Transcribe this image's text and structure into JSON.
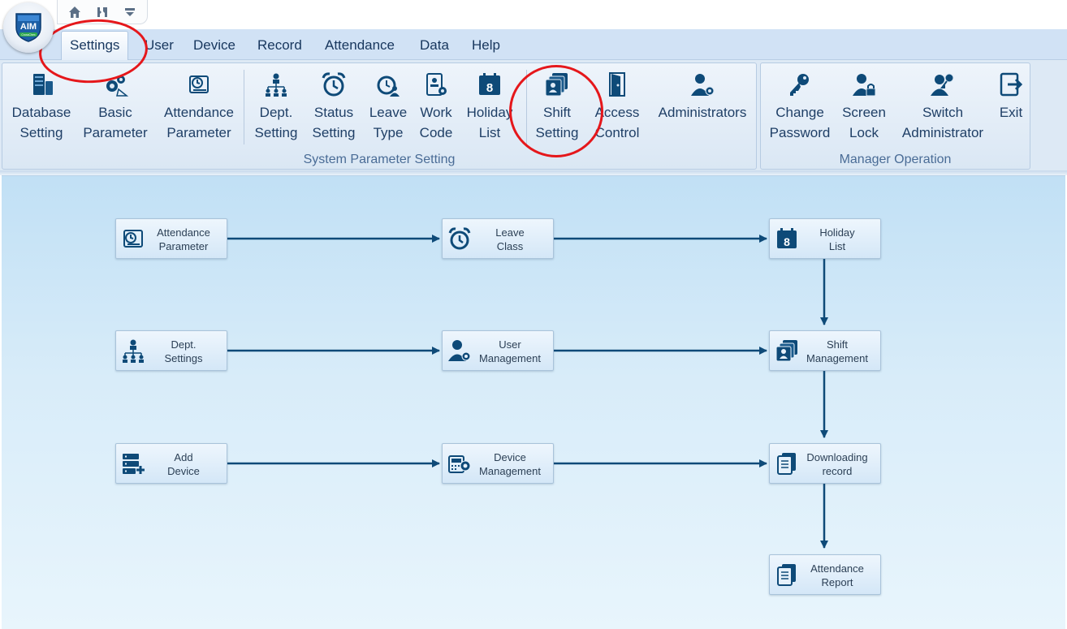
{
  "app": {
    "logo_text": "AIM",
    "logo_subtext": "CrossChex"
  },
  "quick_access": [
    {
      "icon": "home-icon"
    },
    {
      "icon": "tools-icon"
    },
    {
      "icon": "dropdown-icon"
    }
  ],
  "menu": {
    "tabs": [
      "Settings",
      "User",
      "Device",
      "Record",
      "Attendance",
      "Data",
      "Help"
    ],
    "active": "Settings"
  },
  "ribbon": {
    "system_group": {
      "label": "System Parameter Setting",
      "buttons": [
        {
          "line1": "Database",
          "line2": "Setting",
          "icon": "database-icon"
        },
        {
          "line1": "Basic",
          "line2": "Parameter",
          "icon": "gears-icon"
        },
        {
          "line1": "Attendance",
          "line2": "Parameter",
          "icon": "clock-document-icon"
        },
        {
          "line1": "Dept.",
          "line2": "Setting",
          "icon": "org-chart-icon"
        },
        {
          "line1": "Status",
          "line2": "Setting",
          "icon": "alarm-clock-icon"
        },
        {
          "line1": "Leave",
          "line2": "Type",
          "icon": "alarm-person-icon"
        },
        {
          "line1": "Work",
          "line2": "Code",
          "icon": "badge-gear-icon"
        },
        {
          "line1": "Holiday",
          "line2": "List",
          "icon": "calendar-icon"
        },
        {
          "line1": "Shift",
          "line2": "Setting",
          "icon": "shift-cards-icon"
        },
        {
          "line1": "Access",
          "line2": "Control",
          "icon": "door-icon"
        },
        {
          "line1": "Administrators",
          "line2": "",
          "icon": "admin-gear-icon"
        }
      ]
    },
    "manager_group": {
      "label": "Manager Operation",
      "buttons": [
        {
          "line1": "Change",
          "line2": "Password",
          "icon": "key-icon"
        },
        {
          "line1": "Screen",
          "line2": "Lock",
          "icon": "user-lock-icon"
        },
        {
          "line1": "Switch",
          "line2": "Administrator",
          "icon": "user-key-icon"
        },
        {
          "line1": "Exit",
          "line2": "",
          "icon": "exit-icon"
        }
      ]
    }
  },
  "workflow": {
    "nodes": {
      "attendance_parameter": {
        "line1": "Attendance",
        "line2": "Parameter"
      },
      "leave_class": {
        "line1": "Leave",
        "line2": "Class"
      },
      "holiday_list": {
        "line1": "Holiday",
        "line2": "List"
      },
      "dept_settings": {
        "line1": "Dept.",
        "line2": "Settings"
      },
      "user_management": {
        "line1": "User",
        "line2": "Management"
      },
      "shift_management": {
        "line1": "Shift",
        "line2": "Management"
      },
      "add_device": {
        "line1": "Add",
        "line2": "Device"
      },
      "device_management": {
        "line1": "Device",
        "line2": "Management"
      },
      "downloading_record": {
        "line1": "Downloading",
        "line2": "record"
      },
      "attendance_report": {
        "line1": "Attendance",
        "line2": "Report"
      }
    }
  },
  "colors": {
    "accent": "#0e4a78",
    "annotation": "#e5171b",
    "menu_bg": "#d1e2f5",
    "canvas_bg": "#d8ecf9"
  }
}
